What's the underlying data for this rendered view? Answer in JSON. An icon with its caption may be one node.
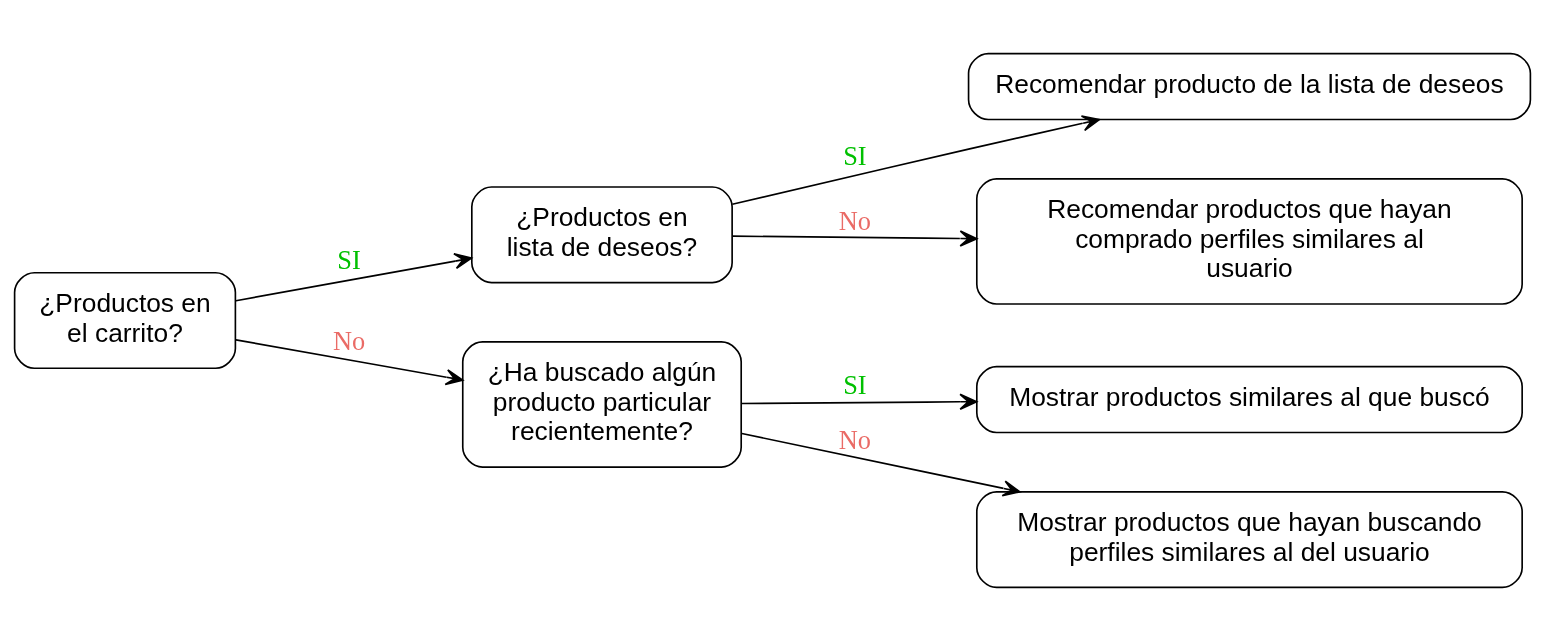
{
  "diagram": {
    "nodes": [
      {
        "text": [
          "¿Productos en el carrito?"
        ]
      },
      {
        "text": [
          "¿Productos en lista de deseos?"
        ]
      },
      {
        "text": [
          "Recomendar producto de la lista de deseos"
        ]
      },
      {
        "text": [
          "Recomendar productos que hayan comprado perfiles similares al usuario"
        ]
      },
      {
        "text": [
          "¿Ha buscado algún producto particular recientemente?"
        ]
      },
      {
        "text": [
          "Mostrar productos similares al que buscó"
        ]
      },
      {
        "text": [
          "Mostrar productos que hayan buscando perfiles similares al del usuario"
        ]
      }
    ],
    "edges": [
      {
        "from": 0,
        "to": 1,
        "arrow": "to",
        "label": "SI"
      },
      {
        "from": 0,
        "to": 4,
        "arrow": "to",
        "label": "No"
      },
      {
        "from": 1,
        "to": 2,
        "arrow": "to",
        "label": "SI"
      },
      {
        "from": 1,
        "to": 3,
        "arrow": "to",
        "label": "No"
      },
      {
        "from": 4,
        "to": 5,
        "arrow": "to",
        "label": "SI"
      },
      {
        "from": 4,
        "to": 6,
        "arrow": "to",
        "label": "No"
      }
    ]
  }
}
